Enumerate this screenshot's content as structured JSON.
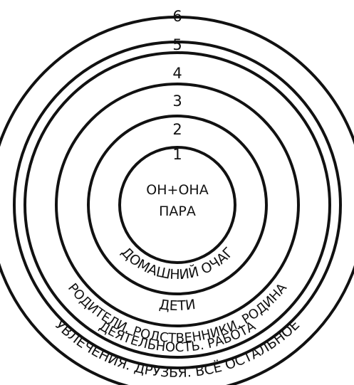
{
  "center": {
    "line1": "ОН+ОНА",
    "line2": "ПАРА"
  },
  "numbers": [
    "1",
    "2",
    "3",
    "4",
    "5",
    "6"
  ],
  "rings": [
    {
      "number": "1",
      "label": "ДОМАШНИЙ ОЧАГ"
    },
    {
      "number": "2",
      "label": "ДЕТИ"
    },
    {
      "number": "3",
      "label": "РОДИТЕЛИ. РОДСТВЕННИКИ. РОДИНА"
    },
    {
      "number": "4",
      "label": "ДЕЯТЕЛЬНОСТЬ. РАБОТА"
    },
    {
      "number": "5",
      "label": "УВЛЕЧЕНИЯ. ДРУЗЬЯ. ВСЁ ОСТАЛЬНОЕ"
    }
  ],
  "colors": {
    "line": "#111111",
    "background": "#ffffff"
  }
}
